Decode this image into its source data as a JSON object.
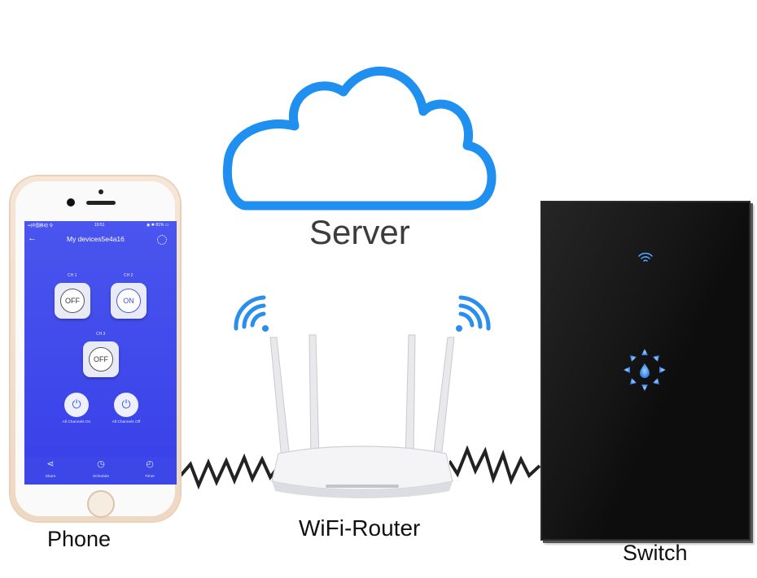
{
  "labels": {
    "server": "Server",
    "phone": "Phone",
    "router": "WiFi-Router",
    "switch": "Switch"
  },
  "app": {
    "status_left": "••|中国移动 令",
    "status_time": "10:51",
    "status_right": "◉ ✱ 81% ▭",
    "title": "My devices5e4a16",
    "channels": [
      {
        "label": "CH 1",
        "state": "OFF"
      },
      {
        "label": "CH 2",
        "state": "ON"
      },
      {
        "label": "CH 3",
        "state": "OFF"
      }
    ],
    "all_on_label": "All Channels On",
    "all_off_label": "All Channels Off",
    "toolbar": [
      {
        "label": "Share",
        "icon": "share-icon"
      },
      {
        "label": "Schedule",
        "icon": "clock-icon"
      },
      {
        "label": "Timer",
        "icon": "stopwatch-icon"
      }
    ]
  },
  "colors": {
    "cloud": "#1f8ff0",
    "wifi_waves": "#2a8fec",
    "app_blue": "#3f48e8",
    "switch_panel": "#0d0d0d",
    "switch_led": "#4da3ff"
  }
}
